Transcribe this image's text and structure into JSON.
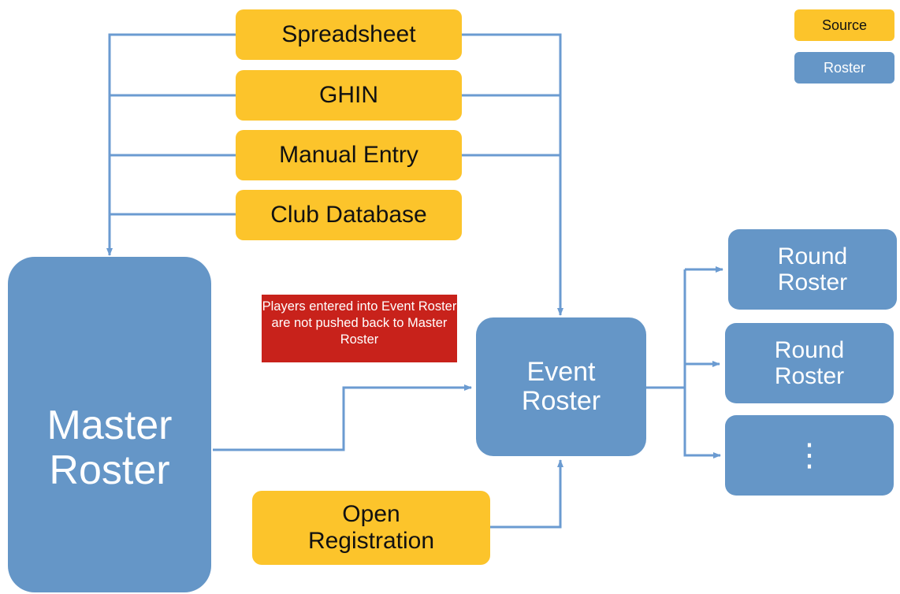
{
  "legend": {
    "source_label": "Source",
    "roster_label": "Roster"
  },
  "sources": {
    "spreadsheet": "Spreadsheet",
    "ghin": "GHIN",
    "manual_entry": "Manual Entry",
    "club_database": "Club Database",
    "open_registration": "Open\nRegistration"
  },
  "rosters": {
    "master": "Master\nRoster",
    "event": "Event\nRoster",
    "round_1": "Round\nRoster",
    "round_2": "Round\nRoster",
    "more": "⋮"
  },
  "note": {
    "text": "Players entered into Event Roster are not pushed back to Master Roster"
  },
  "colors": {
    "source": "#fcc42b",
    "roster": "#6596c7",
    "connector": "#6b9bd1",
    "note": "#c8221b"
  }
}
